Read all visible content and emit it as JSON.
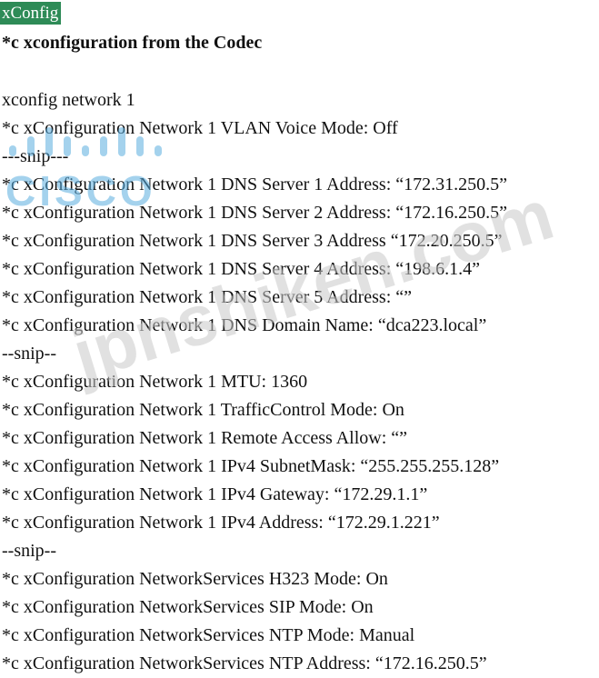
{
  "tag": "xConfig",
  "heading": "*c xconfiguration from the Codec",
  "lines": [
    "xconfig network 1",
    "*c xConfiguration Network 1 VLAN Voice Mode: Off",
    "---snip---",
    "*c xConfiguration Network 1 DNS Server 1 Address: “172.31.250.5”",
    "*c xConfiguration Network 1 DNS Server 2 Address: “172.16.250.5”",
    "*c xConfiguration Network 1 DNS Server 3 Address “172.20.250.5”",
    "*c xConfiguration Network 1 DNS Server 4 Address: “198.6.1.4”",
    "*c xConfiguration Network 1 DNS Server 5 Address: “”",
    "*c xConfiguration Network 1 DNS Domain Name: “dca223.local”",
    "--snip--",
    "*c xConfiguration Network 1 MTU: 1360",
    "*c xConfiguration Network 1 TrafficControl Mode: On",
    "*c xConfiguration Network 1 Remote Access Allow: “”",
    "*c xConfiguration Network 1 IPv4 SubnetMask: “255.255.255.128”",
    "*c xConfiguration Network 1 IPv4 Gateway: “172.29.1.1”",
    "*c xConfiguration Network 1 IPv4 Address: “172.29.1.221”",
    "--snip--",
    "*c xConfiguration NetworkServices H323 Mode: On",
    "*c xConfiguration NetworkServices SIP Mode: On",
    "*c xConfiguration NetworkServices NTP Mode: Manual",
    "*c xConfiguration NetworkServices NTP Address: “172.16.250.5”"
  ],
  "watermark": {
    "logo_text": "CISCO",
    "site_text": "jpnshiken.com",
    "logo_color": "#5aaee0"
  }
}
